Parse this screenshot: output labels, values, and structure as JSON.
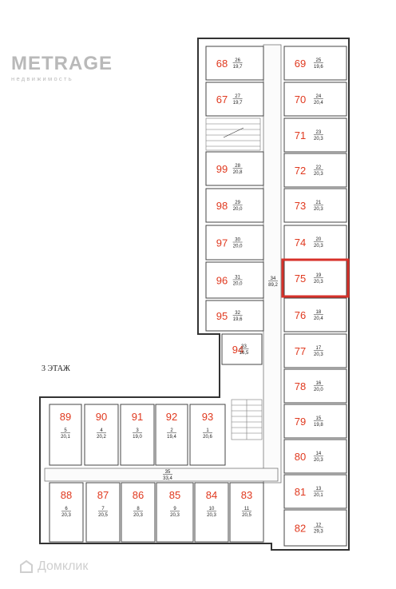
{
  "logo": {
    "title": "METRAGE",
    "subtitle": "недвижимость"
  },
  "floor_label": "3  ЭТАЖ",
  "watermark": "Домклик",
  "colors": {
    "room_number": "#e0391f",
    "highlight": "#d7312a",
    "wall": "#333333"
  },
  "highlight_room": "75",
  "rooms": [
    {
      "num": "68",
      "idx": "26",
      "area": "19,7"
    },
    {
      "num": "67",
      "idx": "27",
      "area": "19,7"
    },
    {
      "num": "99",
      "idx": "28",
      "area": "20,8"
    },
    {
      "num": "98",
      "idx": "29",
      "area": "20,0"
    },
    {
      "num": "97",
      "idx": "30",
      "area": "20,0"
    },
    {
      "num": "96",
      "idx": "31",
      "area": "20,0"
    },
    {
      "num": "95",
      "idx": "32",
      "area": "19,6"
    },
    {
      "num": "94",
      "idx": "33",
      "area": "16,5"
    },
    {
      "num": "69",
      "idx": "25",
      "area": "19,6"
    },
    {
      "num": "70",
      "idx": "24",
      "area": "20,4"
    },
    {
      "num": "71",
      "idx": "23",
      "area": "20,3"
    },
    {
      "num": "72",
      "idx": "22",
      "area": "20,3"
    },
    {
      "num": "73",
      "idx": "21",
      "area": "20,3"
    },
    {
      "num": "74",
      "idx": "20",
      "area": "20,3"
    },
    {
      "num": "75",
      "idx": "19",
      "area": "20,3"
    },
    {
      "num": "76",
      "idx": "18",
      "area": "20,4"
    },
    {
      "num": "77",
      "idx": "17",
      "area": "20,3"
    },
    {
      "num": "78",
      "idx": "16",
      "area": "20,0"
    },
    {
      "num": "79",
      "idx": "15",
      "area": "19,8"
    },
    {
      "num": "80",
      "idx": "14",
      "area": "20,3"
    },
    {
      "num": "81",
      "idx": "13",
      "area": "20,1"
    },
    {
      "num": "82",
      "idx": "12",
      "area": "29,3"
    },
    {
      "num": "89",
      "idx": "5",
      "area": "20,1"
    },
    {
      "num": "90",
      "idx": "4",
      "area": "20,2"
    },
    {
      "num": "91",
      "idx": "3",
      "area": "19,0"
    },
    {
      "num": "92",
      "idx": "2",
      "area": "19,4"
    },
    {
      "num": "93",
      "idx": "1",
      "area": "20,6"
    },
    {
      "num": "88",
      "idx": "6",
      "area": "20,3"
    },
    {
      "num": "87",
      "idx": "7",
      "area": "20,5"
    },
    {
      "num": "86",
      "idx": "8",
      "area": "20,3"
    },
    {
      "num": "85",
      "idx": "9",
      "area": "20,3"
    },
    {
      "num": "84",
      "idx": "10",
      "area": "20,3"
    },
    {
      "num": "83",
      "idx": "11",
      "area": "20,5"
    }
  ],
  "corridors": [
    {
      "idx": "34",
      "area": "89,2"
    },
    {
      "idx": "35",
      "area": "33,4"
    }
  ]
}
